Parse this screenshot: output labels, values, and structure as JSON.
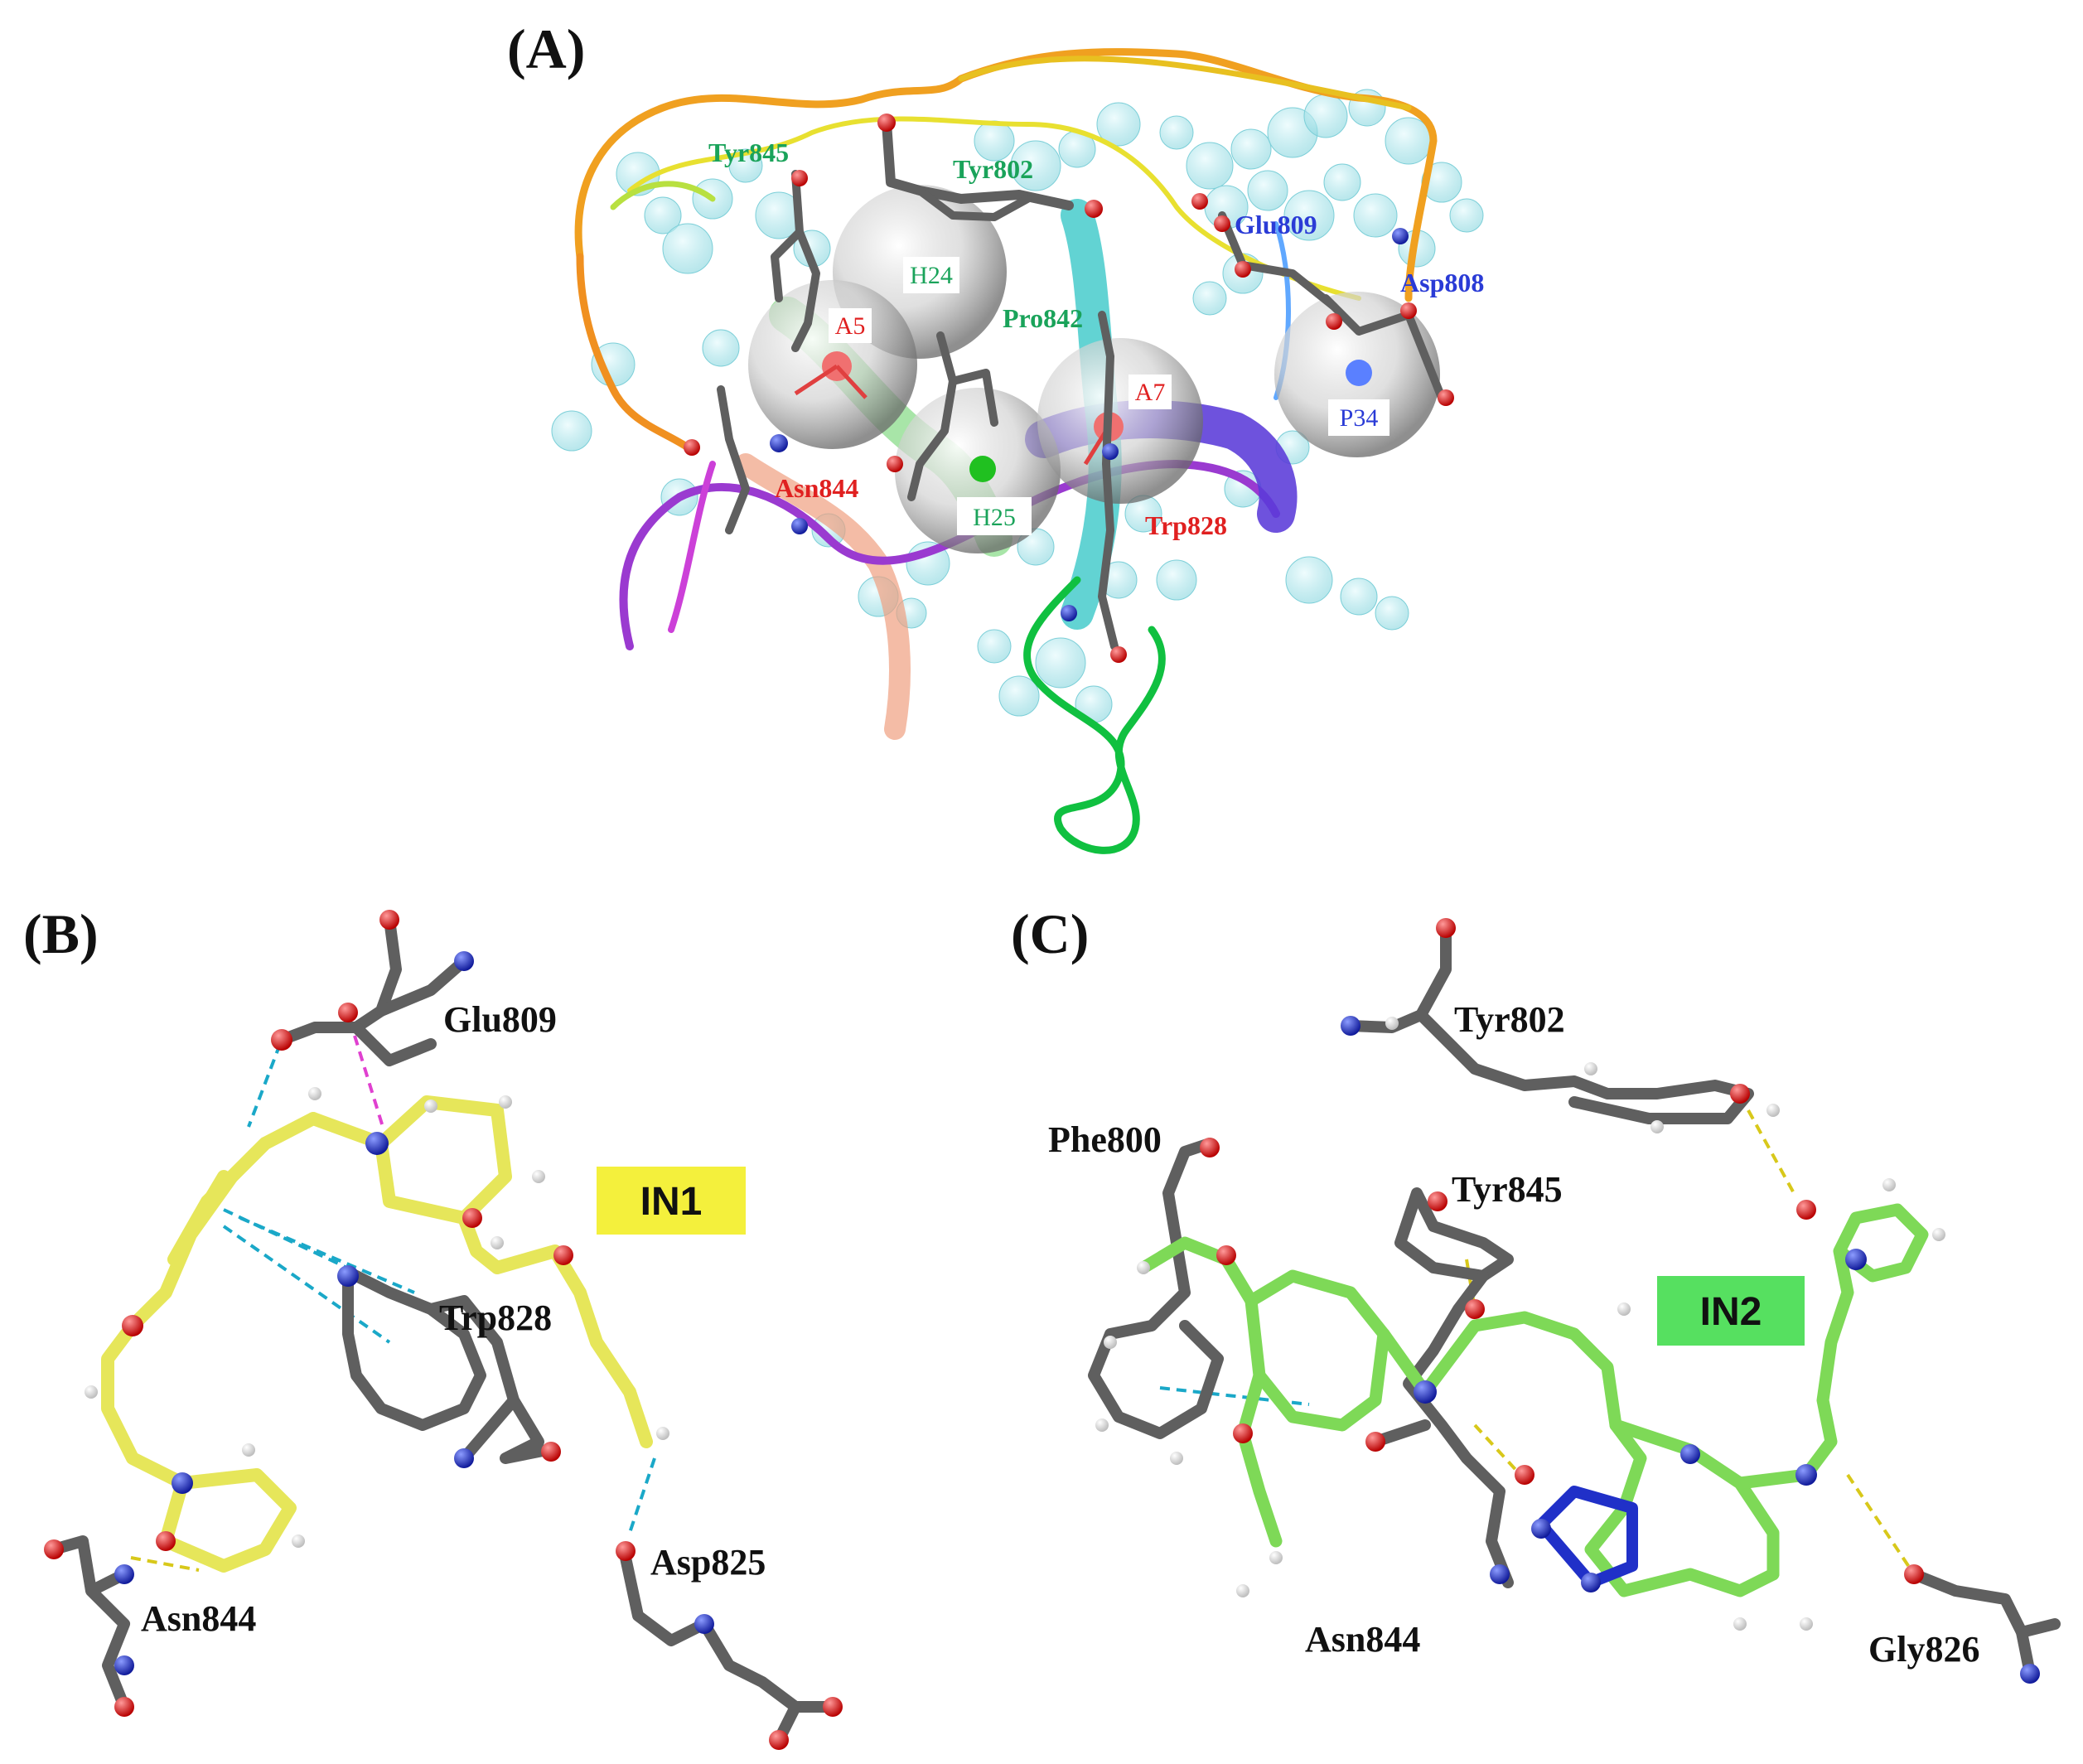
{
  "colors": {
    "carbon": "#5f5f5f",
    "oxygen": "#e02020",
    "nitrogen": "#2030c8",
    "hydrogen": "#f2f2f2",
    "ligand_in1": "#e6e65a",
    "ligand_in2": "#7ed957",
    "label_box_in1": "#f4f03c",
    "label_box_in2": "#56e060",
    "hydrophobic_label": "#1aa35a",
    "acceptor_label": "#e02020",
    "positive_label": "#2a3bd6",
    "hbond_cyan": "#1aa8c8",
    "hbond_yellow": "#d8c81a",
    "salt_bridge": "#e040d0",
    "excluded_volume": "#9fdfe6"
  },
  "panel_a": {
    "letter": "(A)",
    "residues": [
      {
        "text": "Tyr845",
        "kind": "hydrophobic"
      },
      {
        "text": "Tyr802",
        "kind": "hydrophobic"
      },
      {
        "text": "Glu809",
        "kind": "positive"
      },
      {
        "text": "Asp808",
        "kind": "positive"
      },
      {
        "text": "Pro842",
        "kind": "hydrophobic"
      },
      {
        "text": "Asn844",
        "kind": "acceptor"
      },
      {
        "text": "Trp828",
        "kind": "acceptor"
      }
    ],
    "features": [
      {
        "text": "H24",
        "kind": "hydrophobic"
      },
      {
        "text": "A5",
        "kind": "acceptor"
      },
      {
        "text": "A7",
        "kind": "acceptor"
      },
      {
        "text": "H25",
        "kind": "hydrophobic"
      },
      {
        "text": "P34",
        "kind": "positive"
      }
    ]
  },
  "panel_b": {
    "letter": "(B)",
    "ligand": "IN1",
    "residues": [
      "Glu809",
      "Trp828",
      "Asn844",
      "Asp825"
    ]
  },
  "panel_c": {
    "letter": "(C)",
    "ligand": "IN2",
    "residues": [
      "Tyr802",
      "Phe800",
      "Tyr845",
      "Asn844",
      "Gly826"
    ]
  }
}
